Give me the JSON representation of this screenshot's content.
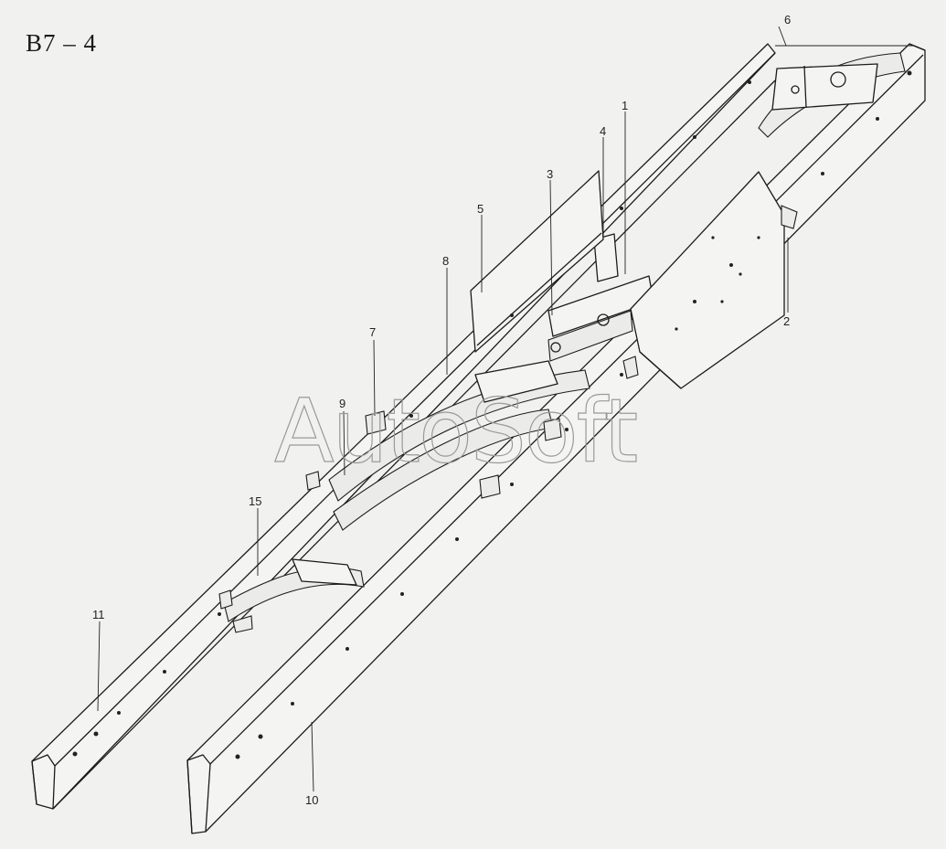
{
  "page": {
    "title": "B7 – 4",
    "background": "#f1f1f0"
  },
  "watermark": {
    "text": "AutoSoft",
    "color": "#9a9a9a"
  },
  "callouts": {
    "c1": "1",
    "c2": "2",
    "c3": "3",
    "c4": "4",
    "c5": "5",
    "c6": "6",
    "c7": "7",
    "c8": "8",
    "c9": "9",
    "c10": "10",
    "c11": "11",
    "c15": "15"
  }
}
